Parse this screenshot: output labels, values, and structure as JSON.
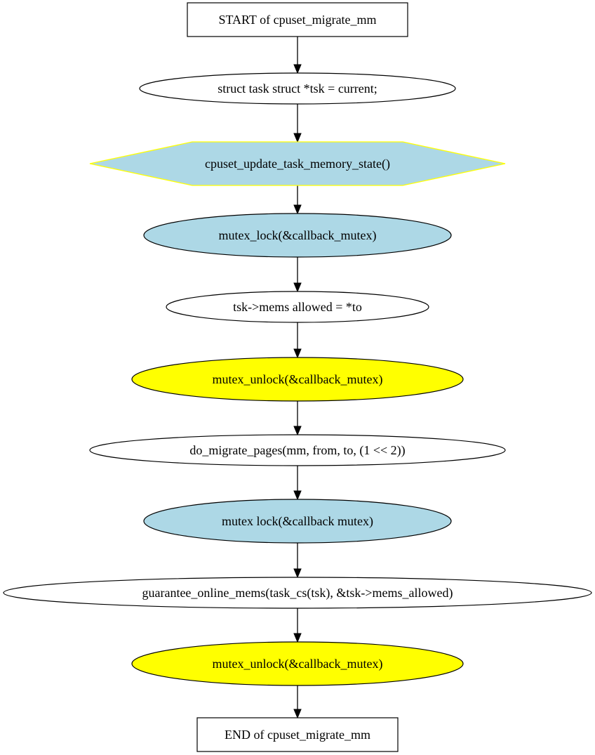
{
  "colors": {
    "plain": "#ffffff",
    "lock": "#add8e6",
    "unlock": "#ffff00",
    "call_fill": "#add8e6",
    "call_border": "#ffff00",
    "stroke": "#000000"
  },
  "nodes": [
    {
      "id": "start",
      "kind": "box",
      "style": "plain",
      "label": "START of cpuset_migrate_mm"
    },
    {
      "id": "tsk-decl",
      "kind": "ellipse",
      "style": "plain",
      "label": "struct task  struct *tsk = current;"
    },
    {
      "id": "update-state",
      "kind": "hexagon",
      "style": "call",
      "label": "cpuset_update_task_memory_state()"
    },
    {
      "id": "lock-1",
      "kind": "ellipse",
      "style": "lock",
      "label": "mutex_lock(&callback_mutex)"
    },
    {
      "id": "mems-assign",
      "kind": "ellipse",
      "style": "plain",
      "label": "tsk->mems  allowed = *to"
    },
    {
      "id": "unlock-1",
      "kind": "ellipse",
      "style": "unlock",
      "label": "mutex_unlock(&callback_mutex)"
    },
    {
      "id": "migrate-pages",
      "kind": "ellipse",
      "style": "plain",
      "label": "do_migrate_pages(mm, from, to, (1 << 2))"
    },
    {
      "id": "lock-2",
      "kind": "ellipse",
      "style": "lock",
      "label": "mutex  lock(&callback  mutex)"
    },
    {
      "id": "guarantee",
      "kind": "ellipse",
      "style": "plain",
      "label": "guarantee_online_mems(task_cs(tsk), &tsk->mems_allowed)"
    },
    {
      "id": "unlock-2",
      "kind": "ellipse",
      "style": "unlock",
      "label": "mutex_unlock(&callback_mutex)"
    },
    {
      "id": "end",
      "kind": "box",
      "style": "plain",
      "label": "END of cpuset_migrate_mm"
    }
  ],
  "edges": [
    {
      "from": "start",
      "to": "tsk-decl"
    },
    {
      "from": "tsk-decl",
      "to": "update-state"
    },
    {
      "from": "update-state",
      "to": "lock-1"
    },
    {
      "from": "lock-1",
      "to": "mems-assign"
    },
    {
      "from": "mems-assign",
      "to": "unlock-1"
    },
    {
      "from": "unlock-1",
      "to": "migrate-pages"
    },
    {
      "from": "migrate-pages",
      "to": "lock-2"
    },
    {
      "from": "lock-2",
      "to": "guarantee"
    },
    {
      "from": "guarantee",
      "to": "unlock-2"
    },
    {
      "from": "unlock-2",
      "to": "end"
    }
  ]
}
